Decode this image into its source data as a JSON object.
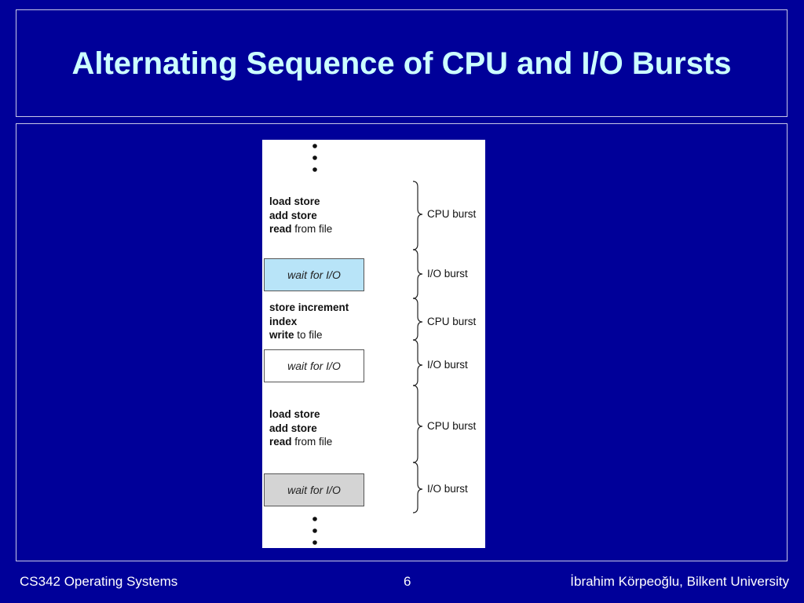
{
  "slide": {
    "title": "Alternating Sequence of CPU and I/O Bursts",
    "footer_left": "CS342 Operating Systems",
    "footer_center": "6",
    "footer_right": "İbrahim Körpeoğlu, Bilkent University"
  },
  "diagram": {
    "groups": [
      {
        "type": "cpu",
        "lines": [
          {
            "bold": "load store",
            "rest": ""
          },
          {
            "bold": "add store",
            "rest": ""
          },
          {
            "bold": "read",
            "rest": " from file"
          }
        ],
        "burst_label": "CPU burst"
      },
      {
        "type": "io",
        "box_text": "wait for I/O",
        "box_color": "#b8e4f8",
        "burst_label": "I/O burst"
      },
      {
        "type": "cpu",
        "lines": [
          {
            "bold": "store increment",
            "rest": ""
          },
          {
            "bold": "index",
            "rest": ""
          },
          {
            "bold": "write",
            "rest": " to file"
          }
        ],
        "burst_label": "CPU burst"
      },
      {
        "type": "io",
        "box_text": "wait for I/O",
        "box_color": "#ffffff",
        "burst_label": "I/O burst"
      },
      {
        "type": "cpu",
        "lines": [
          {
            "bold": "load store",
            "rest": ""
          },
          {
            "bold": "add store",
            "rest": ""
          },
          {
            "bold": "read",
            "rest": " from file"
          }
        ],
        "burst_label": "CPU burst"
      },
      {
        "type": "io",
        "box_text": "wait for I/O",
        "box_color": "#d4d4d4",
        "burst_label": "I/O burst"
      }
    ]
  },
  "colors": {
    "background": "#000099",
    "title": "#ccffff",
    "footer": "#ffffff"
  }
}
